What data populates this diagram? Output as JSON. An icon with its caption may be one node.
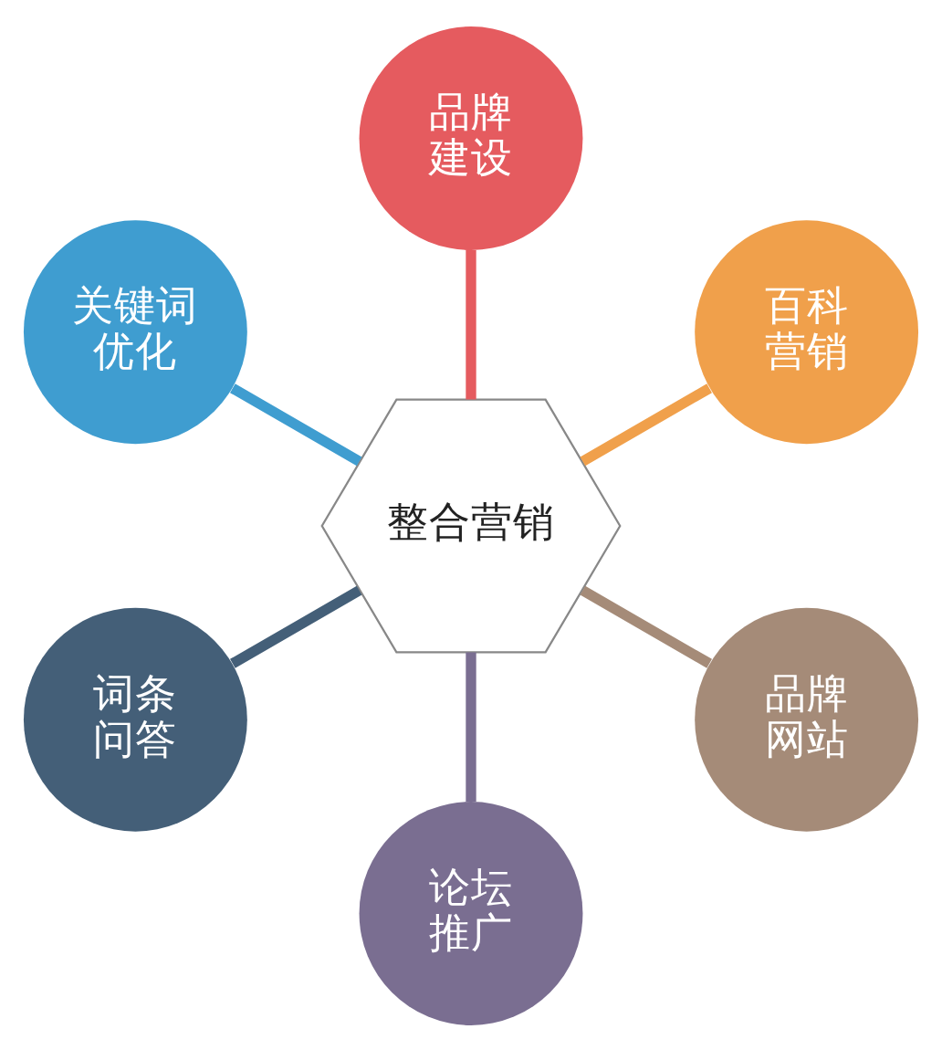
{
  "diagram": {
    "nodes": [
      {
        "text": [
          "整合营销"
        ]
      },
      {
        "text": [
          "百科营销"
        ]
      },
      {
        "text": [
          "品牌建设"
        ]
      },
      {
        "text": [
          "关键词优化"
        ]
      },
      {
        "text": [
          "词条问答"
        ]
      },
      {
        "text": [
          "论坛推广"
        ]
      },
      {
        "text": [
          "品牌网站"
        ]
      }
    ],
    "edges": [
      {
        "from": 0,
        "to": 1,
        "arrow": "none",
        "color": "#f0a04b"
      },
      {
        "from": 0,
        "to": 2,
        "arrow": "none",
        "color": "#e55b5f"
      },
      {
        "from": 0,
        "to": 3,
        "arrow": "none",
        "color": "#3f9dd0"
      },
      {
        "from": 0,
        "to": 4,
        "arrow": "none",
        "color": "#445f78"
      },
      {
        "from": 0,
        "to": 5,
        "arrow": "none",
        "color": "#7a6e91"
      },
      {
        "from": 0,
        "to": 6,
        "arrow": "none",
        "color": "#a58b78"
      }
    ]
  }
}
